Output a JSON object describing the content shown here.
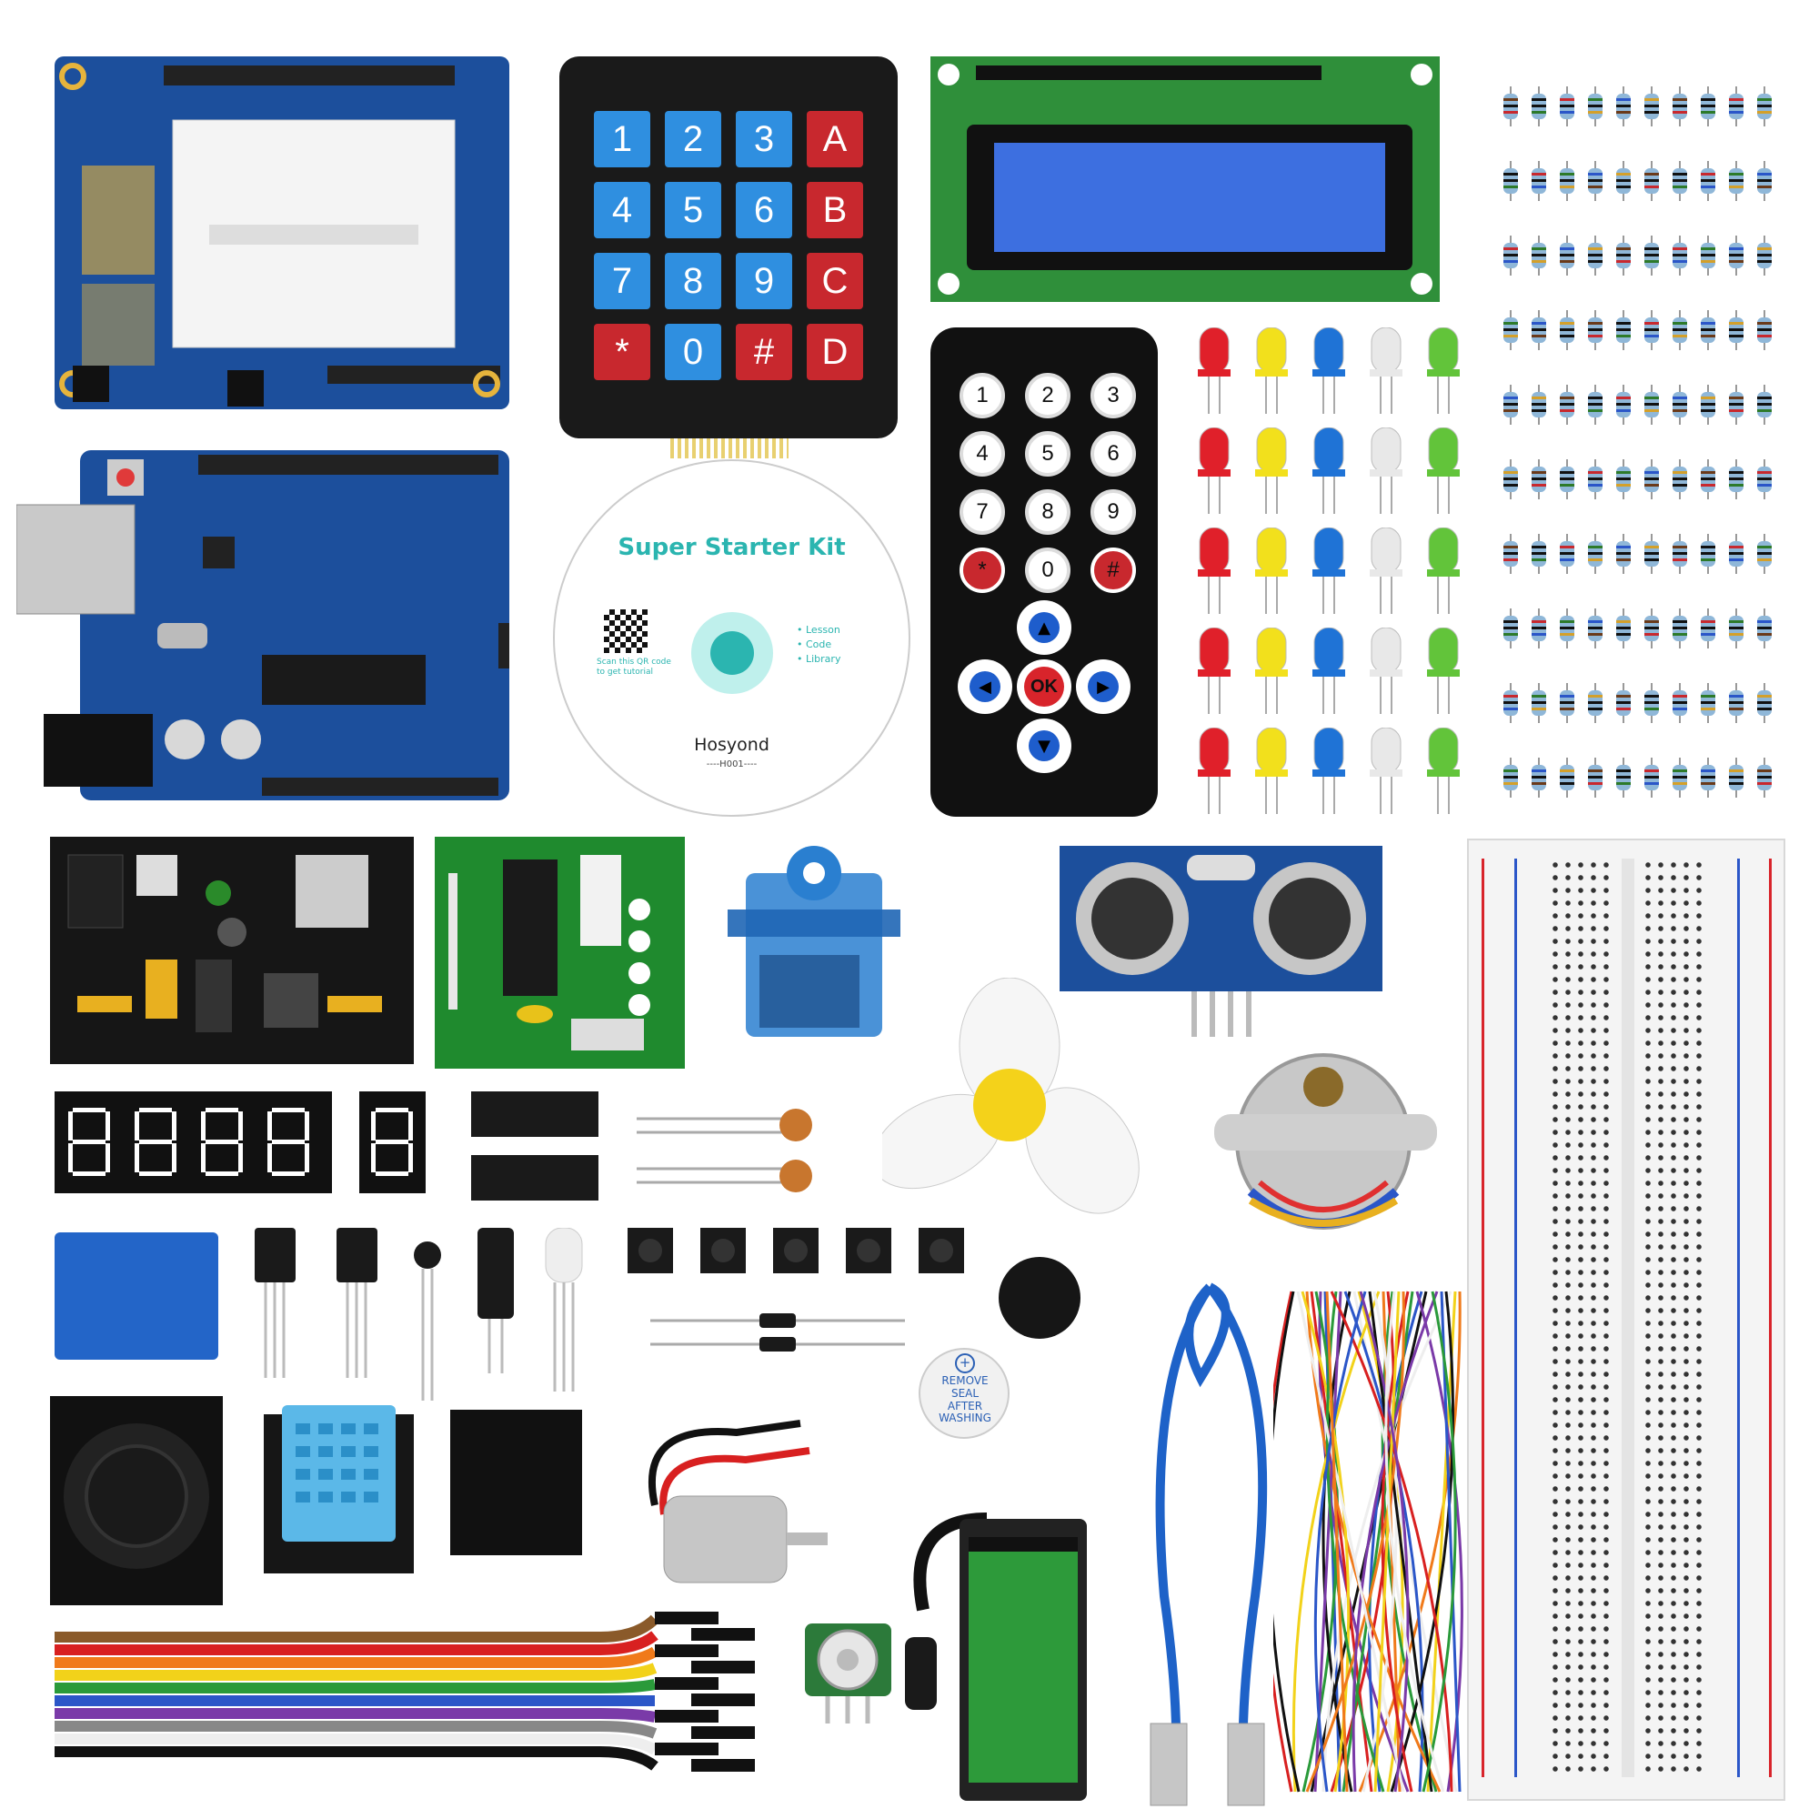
{
  "cd": {
    "title": "Super Starter Kit",
    "qr_text": "Scan this QR code to get tutorial",
    "menu": [
      "• Lesson",
      "• Code",
      "• Library"
    ],
    "brand": "Hosyond",
    "model": "----H001----"
  },
  "keypad": {
    "keys": [
      "1",
      "2",
      "3",
      "A",
      "4",
      "5",
      "6",
      "B",
      "7",
      "8",
      "9",
      "C",
      "*",
      "0",
      "#",
      "D"
    ]
  },
  "remote": {
    "keys": [
      "1",
      "2",
      "3",
      "4",
      "5",
      "6",
      "7",
      "8",
      "9",
      "*",
      "0",
      "#"
    ],
    "ok": "OK"
  },
  "buzzer_sticker": {
    "line1": "REMOVE",
    "line2": "SEAL",
    "line3": "AFTER",
    "line4": "WASHING"
  },
  "colors": {
    "board_blue": "#1c4f9c",
    "keypad_blue": "#2f8fe0",
    "keypad_red": "#c8282e",
    "lcd_green": "#2f8f3a",
    "lcd_screen": "#3d6fe0",
    "cd_teal": "#2bb5b0"
  },
  "led_colors": [
    "#e0202a",
    "#f2e01c",
    "#1f73d6",
    "#e8e8e8",
    "#62c43a"
  ]
}
